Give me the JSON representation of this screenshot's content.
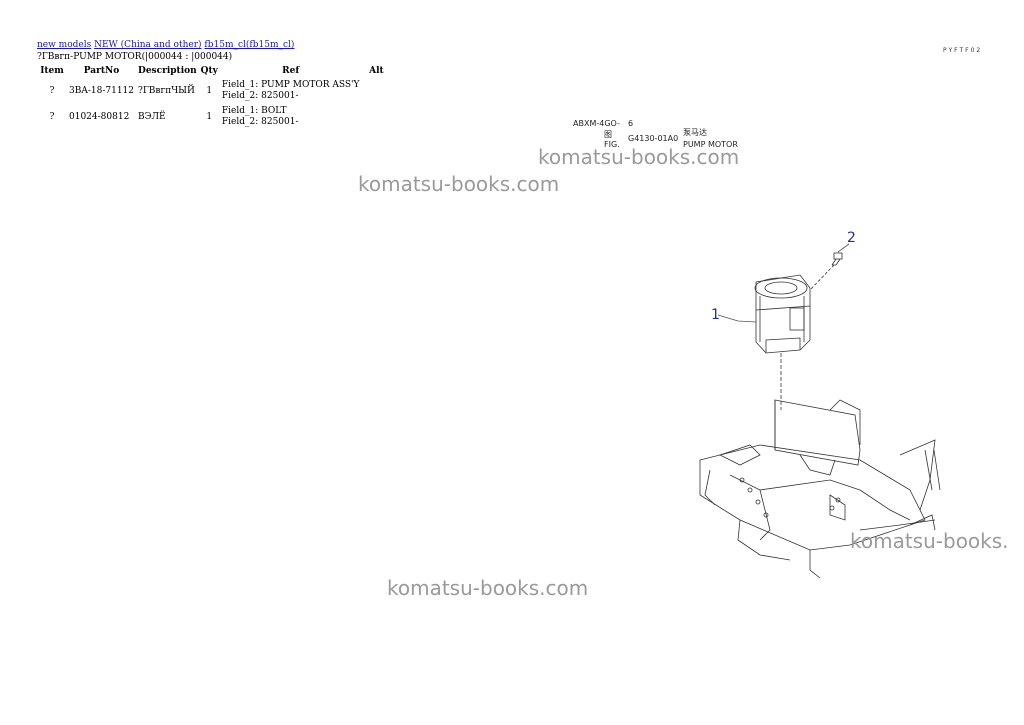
{
  "breadcrumb": {
    "link1": "new models",
    "link2": "NEW (China and other)",
    "link3": "fb15m_cl(fb15m_cl)"
  },
  "page_title": "?ГВвгп-PUMP MOTOR(|000044 : |000044)",
  "top_right_code": "PYFTF02",
  "table": {
    "headers": [
      "Item",
      "PartNo",
      "Description",
      "Qty",
      "Ref",
      "Alt"
    ],
    "rows": [
      {
        "item": "?",
        "partno": "3BA-18-71112",
        "description": "?ГВвгпЧЫЙ",
        "qty": "1",
        "ref1": "Field_1: PUMP MOTOR ASS'Y",
        "ref2": "Field_2: 825001-",
        "alt": ""
      },
      {
        "item": "?",
        "partno": "01024-80812",
        "description": "ВЭЛЁ",
        "qty": "1",
        "ref1": "Field_1: BOLT",
        "ref2": "Field_2: 825001-",
        "alt": ""
      }
    ]
  },
  "figure": {
    "code1": "ABXM-4GO-",
    "code1b": "6",
    "fig_cn": "图",
    "fig_en": "FIG.",
    "fig_number": "G4130-01A0",
    "name_cn": "泵马达",
    "name_en": "PUMP MOTOR",
    "callout_1": "1",
    "callout_2": "2"
  },
  "watermarks": {
    "w1": "komatsu-books.com",
    "w2": "komatsu-books.com",
    "w3": "komatsu-books.",
    "w4": "komatsu-books.com"
  }
}
